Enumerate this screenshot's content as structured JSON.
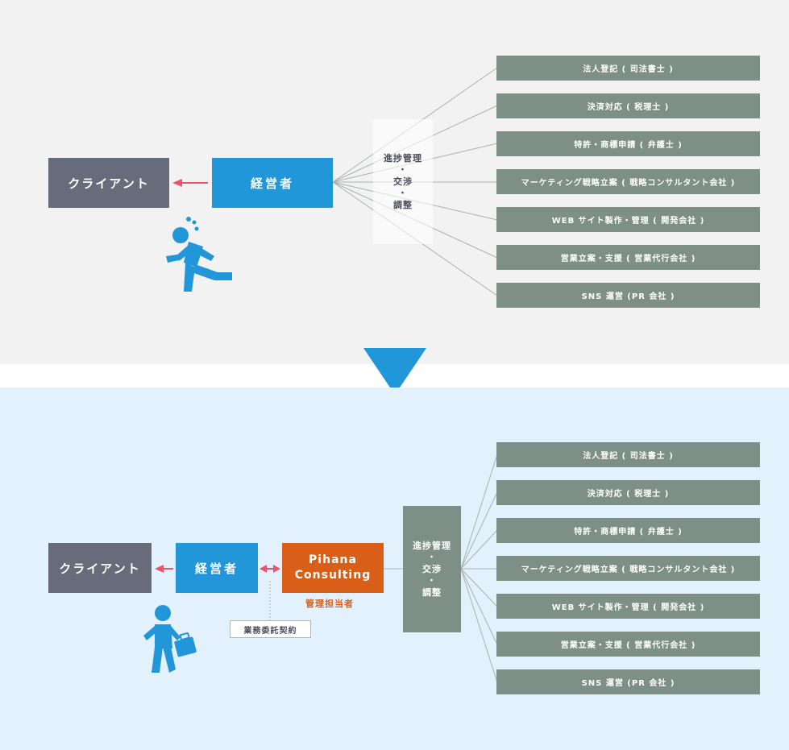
{
  "colors": {
    "client_box": "#676b7a",
    "ceo_box": "#2196d8",
    "pihana_box": "#d95e17",
    "task_box": "#7e8f88",
    "arrow": "#e8546c",
    "divider_arrow": "#2196d8",
    "top_background": "#f2f2f2",
    "bottom_background": "#e3f1fd"
  },
  "top": {
    "client": "クライアント",
    "ceo": "経営者",
    "hub": {
      "line1": "進捗管理",
      "dot1": "・",
      "line2": "交渉",
      "dot2": "・",
      "line3": "調整"
    },
    "figure_icon": "running-sweating-person-icon",
    "tasks": [
      "法人登記 ( 司法書士 )",
      "決済対応 ( 税理士 )",
      "特許・商標申請 ( 弁護士 )",
      "マーケティング戦略立案 ( 戦略コンサルタント会社 )",
      "WEB サイト製作・管理 ( 開発会社 )",
      "営業立案・支援 ( 営業代行会社 )",
      "SNS 運営 (PR 会社 )"
    ]
  },
  "divider_icon": "chevron-down-triangle-icon",
  "bottom": {
    "client": "クライアント",
    "ceo": "経営者",
    "pihana": {
      "line1": "Pihana",
      "line2": "Consulting"
    },
    "pihana_label": "管理担当者",
    "contract": "業務委託契約",
    "hub": {
      "line1": "進捗管理",
      "dot1": "・",
      "line2": "交渉",
      "dot2": "・",
      "line3": "調整"
    },
    "figure_icon": "walking-person-briefcase-icon",
    "tasks": [
      "法人登記 ( 司法書士 )",
      "決済対応 ( 税理士 )",
      "特許・商標申請 ( 弁護士 )",
      "マーケティング戦略立案 ( 戦略コンサルタント会社 )",
      "WEB サイト製作・管理 ( 開発会社 )",
      "営業立案・支援 ( 営業代行会社 )",
      "SNS 運営 (PR 会社 )"
    ]
  }
}
